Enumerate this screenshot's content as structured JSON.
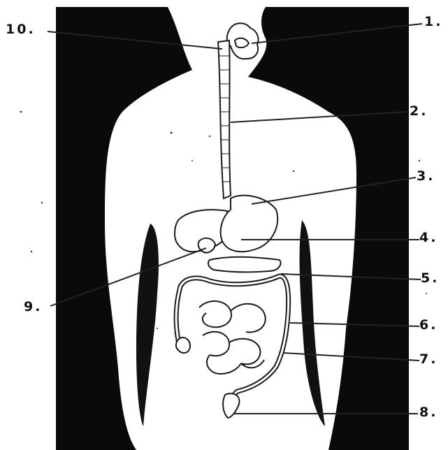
{
  "labels": [
    {
      "id": "1",
      "text": "1."
    },
    {
      "id": "2",
      "text": "2."
    },
    {
      "id": "3",
      "text": "3."
    },
    {
      "id": "4",
      "text": "4."
    },
    {
      "id": "5",
      "text": "5."
    },
    {
      "id": "6",
      "text": "6."
    },
    {
      "id": "7",
      "text": "7."
    },
    {
      "id": "8",
      "text": "8."
    },
    {
      "id": "9",
      "text": "9."
    },
    {
      "id": "10",
      "text": "10."
    }
  ],
  "colors": {
    "background": "#ffffff",
    "silhouette": "#0a0a0a",
    "organ_stroke": "#1a1a1a",
    "leader_line": "#222222"
  }
}
